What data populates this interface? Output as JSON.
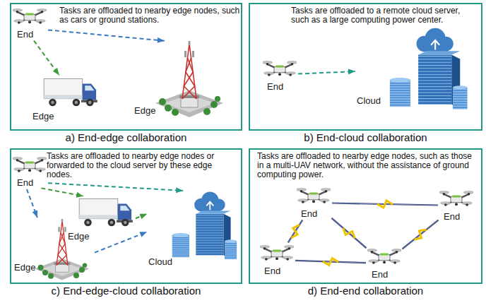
{
  "diagram": {
    "nodes": [
      {
        "text": [
          "Tasks are offloaded to nearby edge nodes, such as cars or ground stations.",
          "a) End-edge collaboration"
        ]
      },
      {
        "text": [
          "End"
        ],
        "in": 0
      },
      {
        "text": [
          "Edge"
        ],
        "in": 0
      },
      {
        "text": [
          "Edge"
        ],
        "in": 0
      },
      {
        "text": [
          "Tasks are offloaded to a remote cloud server, such as a large computing power center.",
          "b) End-cloud collaboration"
        ]
      },
      {
        "text": [
          "End"
        ],
        "in": 4
      },
      {
        "text": [
          "Cloud"
        ],
        "in": 4
      },
      {
        "text": [
          "Tasks are offloaded to nearby edge nodes or forwarded to the cloud server by these edge nodes.",
          "c) End-edge-cloud  collaboration"
        ]
      },
      {
        "text": [
          "End"
        ],
        "in": 7
      },
      {
        "text": [
          "Edge"
        ],
        "in": 7
      },
      {
        "text": [
          "Edge"
        ],
        "in": 7
      },
      {
        "text": [
          "Cloud"
        ],
        "in": 7
      },
      {
        "text": [
          "Tasks are offloaded to nearby edge nodes, such as those in a multi-UAV network, without the assistance of ground computing power.",
          "d) End-end  collaboration"
        ]
      },
      {
        "text": [
          "End"
        ],
        "in": 12
      },
      {
        "text": [
          "End"
        ],
        "in": 12
      },
      {
        "text": [
          "End"
        ],
        "in": 12
      },
      {
        "text": [
          "End"
        ],
        "in": 12
      }
    ],
    "edges": [
      {
        "from": 1,
        "to": 2,
        "arrow": "to"
      },
      {
        "from": 1,
        "to": 3,
        "arrow": "to"
      },
      {
        "from": 5,
        "to": 6,
        "arrow": "to"
      },
      {
        "from": 8,
        "to": 9,
        "arrow": "to"
      },
      {
        "from": 8,
        "to": 11,
        "arrow": "to"
      },
      {
        "from": 8,
        "to": 10,
        "arrow": "to"
      },
      {
        "from": 9,
        "to": 11,
        "arrow": "to"
      },
      {
        "from": 10,
        "to": 11,
        "arrow": "to"
      },
      {
        "from": 13,
        "to": 14,
        "arrow": "none"
      },
      {
        "from": 13,
        "to": 16,
        "arrow": "none"
      },
      {
        "from": 14,
        "to": 16,
        "arrow": "none"
      },
      {
        "from": 15,
        "to": 16,
        "arrow": "none"
      },
      {
        "from": 13,
        "to": 15,
        "arrow": "none"
      }
    ]
  }
}
